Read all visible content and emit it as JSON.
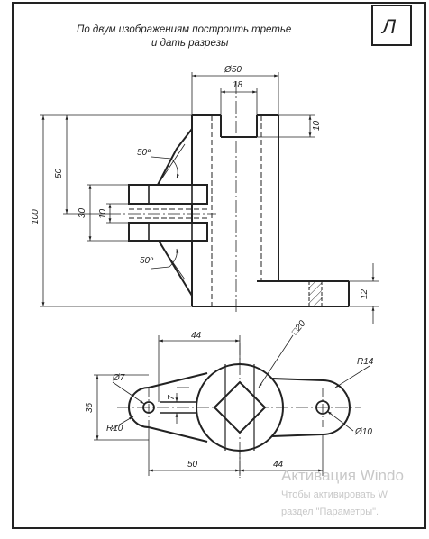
{
  "task": {
    "line1": "По двум изображениям построить третье",
    "line2": "и дать разрезы"
  },
  "variant_letter": "Л",
  "dimensions": {
    "d50": "Ø50",
    "w18": "18",
    "h10": "10",
    "a50_top": "50º",
    "a50_bottom": "50º",
    "h50": "50",
    "h30": "30",
    "h10_slot": "10",
    "h100": "100",
    "h12": "12",
    "w44_top": "44",
    "sq20": "□20",
    "d7": "Ø7",
    "w7": "7",
    "r14": "R14",
    "h36": "36",
    "r10": "R10",
    "d10": "Ø10",
    "w50": "50",
    "w44_bottom": "44"
  },
  "watermark": {
    "title": "Активация Windo",
    "line1": "Чтобы активировать W",
    "line2": "раздел \"Параметры\"."
  }
}
